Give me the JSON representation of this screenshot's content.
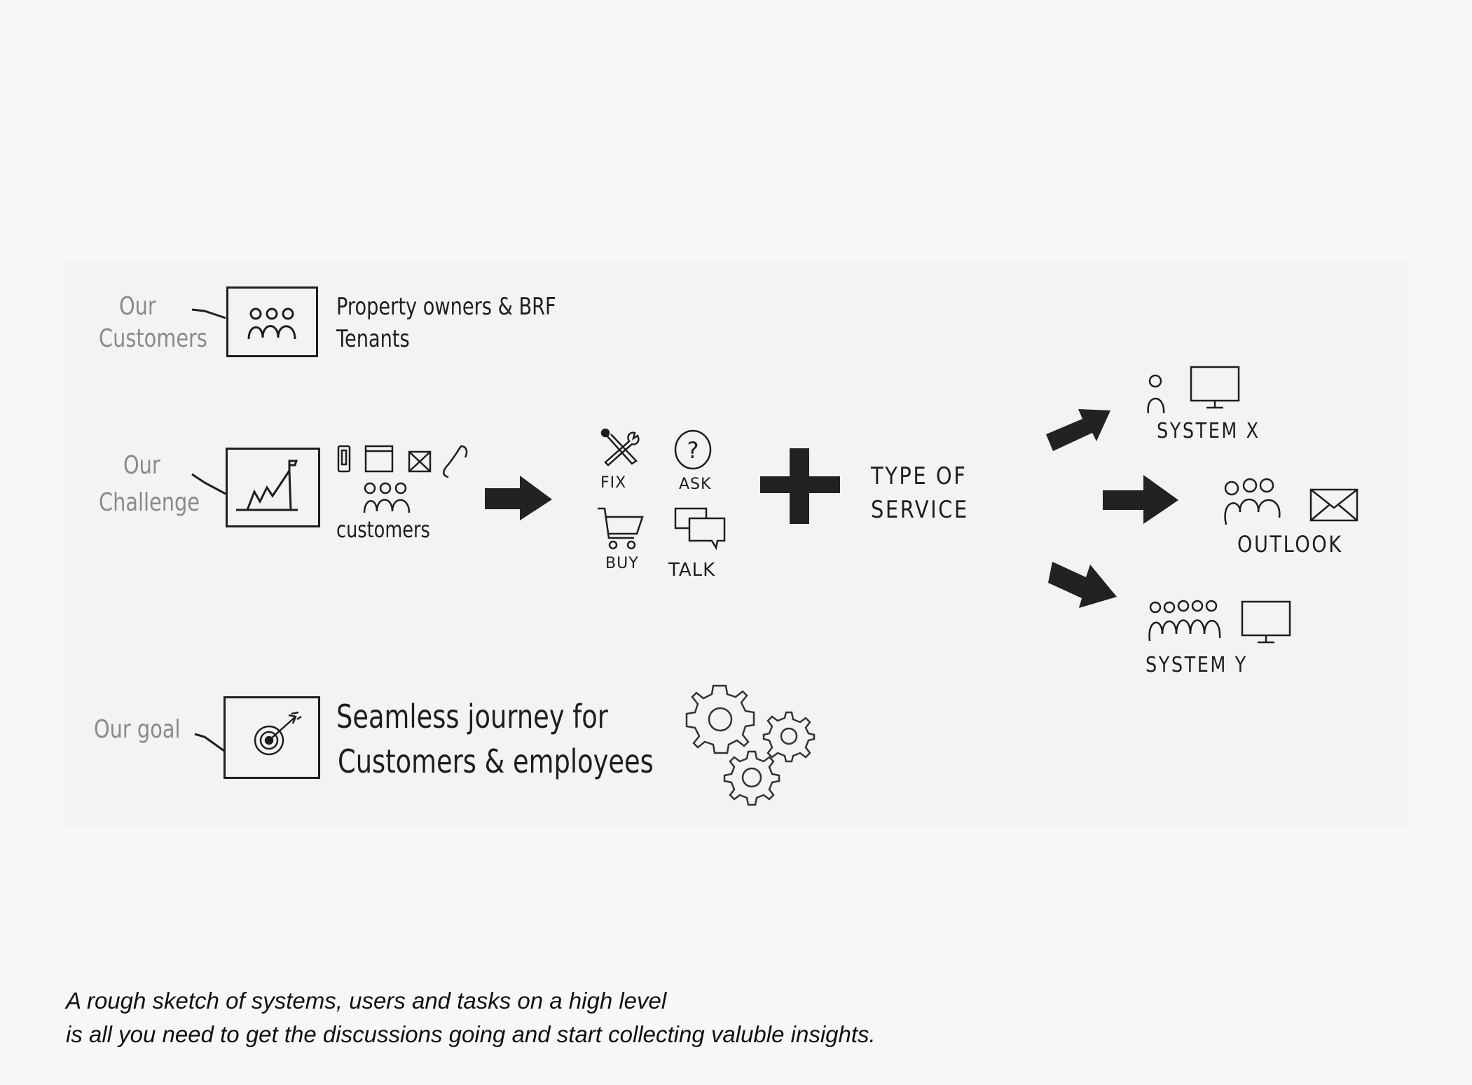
{
  "sketch": {
    "customers": {
      "label_line1": "Our",
      "label_line2": "Customers",
      "text_line1": "Property owners & BRF",
      "text_line2": "Tenants"
    },
    "challenge": {
      "label_line1": "Our",
      "label_line2": "Challenge",
      "people_label": "customers"
    },
    "tasks": {
      "fix": "FIX",
      "ask": "ASK",
      "buy": "BUY",
      "talk": "TALK"
    },
    "type_of_service": {
      "line1": "TYPE OF",
      "line2": "SERVICE"
    },
    "outcomes": {
      "system_x": "SYSTEM X",
      "outlook": "OUTLOOK",
      "system_y": "SYSTEM Y"
    },
    "goal": {
      "label": "Our goal",
      "text_line1": "Seamless journey for",
      "text_line2": "Customers & employees"
    }
  },
  "caption": {
    "line1": "A rough sketch of systems, users and tasks on a high level",
    "line2": "is all you need to get the discussions going and start collecting valuble insights."
  }
}
